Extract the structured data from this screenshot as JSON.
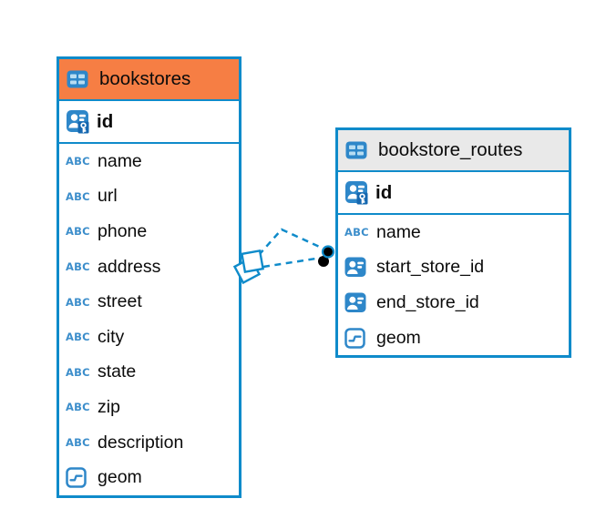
{
  "colors": {
    "accent_blue": "#0f8bca",
    "icon_blue": "#2e87c9",
    "icon_cell_blue": "#b8ddf2",
    "key_badge_blue": "#1668b0",
    "type_icon_blue": "#3c8ecb",
    "header_orange": "#f67e44",
    "header_gray": "#e9e9e9",
    "text_black": "#0b0b0b",
    "canvas_white": "#ffffff"
  },
  "icon_glyphs": {
    "text_type": "ABC"
  },
  "tables": [
    {
      "title": "bookstores",
      "header_color_key": "header_orange",
      "columns": [
        {
          "name": "id",
          "icon": "primary-key-icon",
          "pk": true
        },
        {
          "name": "name",
          "icon": "text-type-icon"
        },
        {
          "name": "url",
          "icon": "text-type-icon"
        },
        {
          "name": "phone",
          "icon": "text-type-icon"
        },
        {
          "name": "address",
          "icon": "text-type-icon"
        },
        {
          "name": "street",
          "icon": "text-type-icon"
        },
        {
          "name": "city",
          "icon": "text-type-icon"
        },
        {
          "name": "state",
          "icon": "text-type-icon"
        },
        {
          "name": "zip",
          "icon": "text-type-icon"
        },
        {
          "name": "description",
          "icon": "text-type-icon"
        },
        {
          "name": "geom",
          "icon": "geometry-type-icon"
        }
      ]
    },
    {
      "title": "bookstore_routes",
      "header_color_key": "header_gray",
      "columns": [
        {
          "name": "id",
          "icon": "primary-key-icon",
          "pk": true
        },
        {
          "name": "name",
          "icon": "text-type-icon"
        },
        {
          "name": "start_store_id",
          "icon": "foreign-key-icon"
        },
        {
          "name": "end_store_id",
          "icon": "foreign-key-icon"
        },
        {
          "name": "geom",
          "icon": "geometry-type-icon"
        }
      ]
    }
  ],
  "relationship": {
    "from_table": "bookstores",
    "to_table": "bookstore_routes",
    "line_style": "dashed",
    "line_count": 2,
    "source_marker": "overlapping-diamonds",
    "target_marker": "overlapping-dots"
  }
}
